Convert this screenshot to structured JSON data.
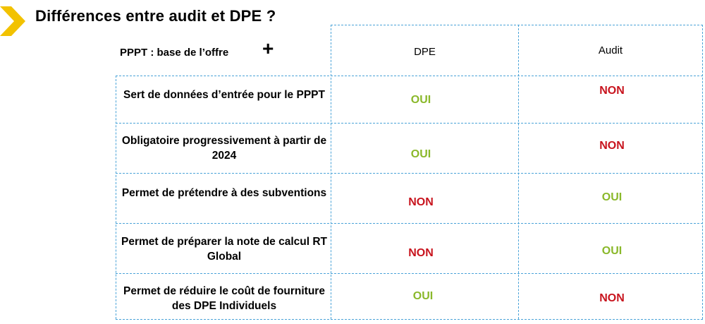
{
  "title": "Différences entre audit et DPE ?",
  "header": {
    "row_label": "PPPT : base de l’offre",
    "plus_symbol": "+",
    "col1": "DPE",
    "col2": "Audit"
  },
  "rows": [
    {
      "criterion": "Sert de données d’entrée pour le PPPT",
      "dpe": "OUI",
      "audit": "NON"
    },
    {
      "criterion": "Obligatoire progressivement à partir de 2024",
      "dpe": "OUI",
      "audit": "NON"
    },
    {
      "criterion": "Permet de prétendre à des subventions",
      "dpe": "NON",
      "audit": "OUI"
    },
    {
      "criterion": "Permet de préparer la note de calcul RT Global",
      "dpe": "NON",
      "audit": "OUI"
    },
    {
      "criterion": "Permet de réduire le coût de fourniture des DPE Individuels",
      "dpe": "OUI",
      "audit": "NON"
    }
  ],
  "colors": {
    "accent": "#f2c200",
    "oui": "#8ab82a",
    "non": "#c8141e",
    "grid": "#4aa3d8"
  }
}
